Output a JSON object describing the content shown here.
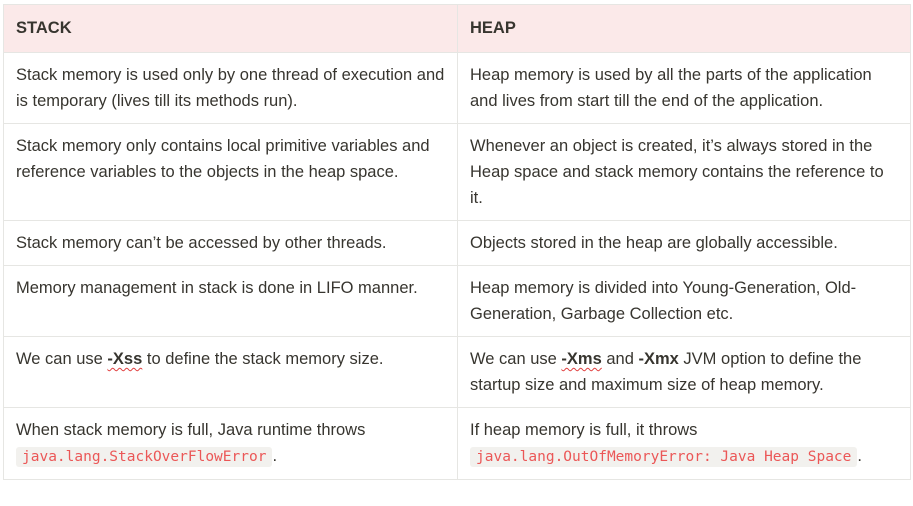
{
  "headers": {
    "stack": "STACK",
    "heap": "HEAP"
  },
  "rows": [
    {
      "stack": "Stack memory is used only by one thread of execution and is temporary (lives till its methods run).",
      "heap": "Heap memory is used by all the parts of the application and lives from start till the end of the application."
    },
    {
      "stack": "Stack memory only contains local primitive variables and reference variables to the objects in the heap space.",
      "heap": "Whenever an object is created, it’s always stored in the Heap space and stack memory contains the reference to it."
    },
    {
      "stack": "Stack memory can’t be accessed by other threads.",
      "heap": "Objects stored in the heap are globally accessible."
    },
    {
      "stack": "Memory management in stack is done in LIFO manner.",
      "heap": "Heap memory is divided into Young-Generation, Old-Generation, Garbage Collection etc."
    },
    {
      "stack": {
        "pre": "We can use ",
        "flag": "-Xss",
        "post": " to define the stack memory size."
      },
      "heap": {
        "pre": "We can use ",
        "flag1": "-Xms",
        "mid": " and ",
        "flag2": "-Xmx",
        "post": " JVM option to define the startup size and maximum size of heap memory."
      }
    },
    {
      "stack": {
        "pre": "When stack memory is full, Java runtime throws ",
        "code": "java.lang.StackOverFlowError",
        "post": "."
      },
      "heap": {
        "pre": "If heap memory is full, it throws ",
        "code": "java.lang.OutOfMemoryError: Java Heap Space",
        "post": "."
      }
    }
  ]
}
